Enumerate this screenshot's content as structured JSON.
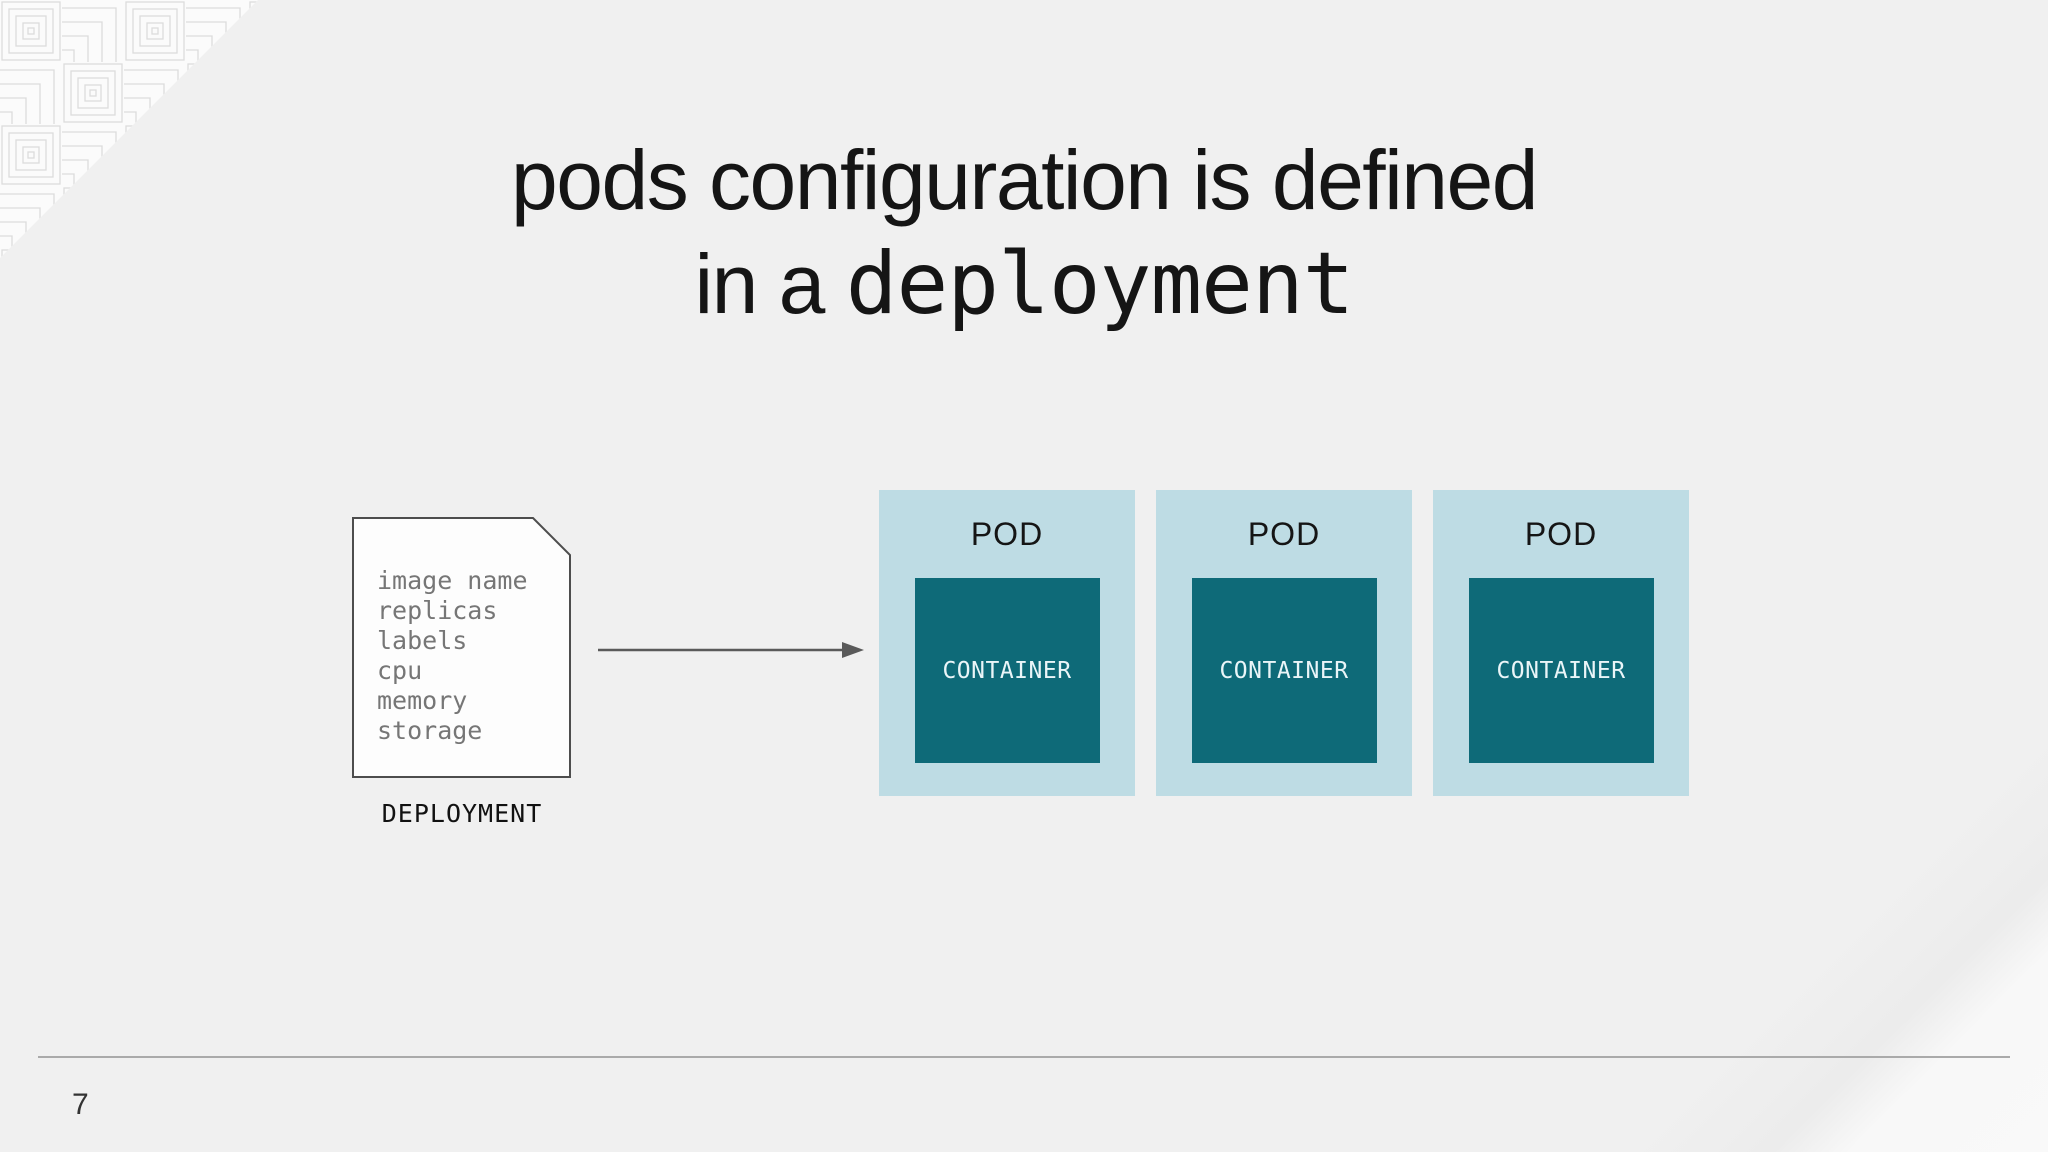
{
  "slide": {
    "title": {
      "line1": "pods configuration is defined",
      "line2_prefix": "in a ",
      "line2_code": "deployment"
    },
    "deployment_doc": {
      "fields": [
        "image name",
        "replicas",
        "labels",
        "cpu",
        "memory",
        "storage"
      ],
      "label": "DEPLOYMENT"
    },
    "pods": [
      {
        "label": "POD",
        "container_label": "CONTAINER"
      },
      {
        "label": "POD",
        "container_label": "CONTAINER"
      },
      {
        "label": "POD",
        "container_label": "CONTAINER"
      }
    ],
    "page_number": "7",
    "icons": {
      "arrow": "arrow-right-icon",
      "document": "document-icon"
    },
    "colors": {
      "background": "#f0f0f0",
      "pod_fill": "#bedce4",
      "container_fill": "#0e6a78",
      "container_text": "#eaf5f8",
      "doc_fill": "#fdfdfd",
      "doc_border": "#4d4d4d",
      "doc_text": "#767676",
      "arrow": "#5a5a5a",
      "divider": "#aaaaaa",
      "text_dark": "#151515"
    }
  }
}
